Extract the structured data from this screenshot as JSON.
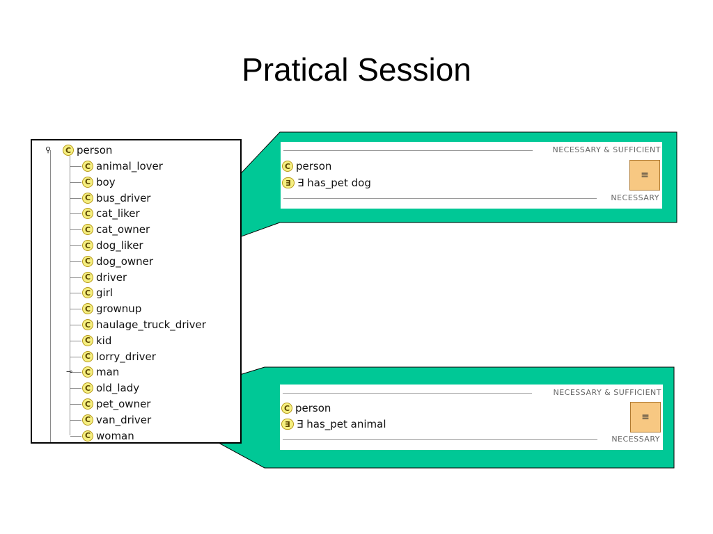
{
  "slide": {
    "title": "Pratical Session"
  },
  "tree": {
    "root": {
      "icon": "C",
      "label": "person"
    },
    "items": [
      {
        "icon": "C",
        "label": "animal_lover"
      },
      {
        "icon": "C",
        "label": "boy"
      },
      {
        "icon": "C",
        "label": "bus_driver"
      },
      {
        "icon": "C",
        "label": "cat_liker"
      },
      {
        "icon": "C",
        "label": "cat_owner"
      },
      {
        "icon": "C",
        "label": "dog_liker"
      },
      {
        "icon": "C",
        "label": "dog_owner"
      },
      {
        "icon": "C",
        "label": "driver"
      },
      {
        "icon": "C",
        "label": "girl"
      },
      {
        "icon": "C",
        "label": "grownup"
      },
      {
        "icon": "C",
        "label": "haulage_truck_driver"
      },
      {
        "icon": "C",
        "label": "kid"
      },
      {
        "icon": "C",
        "label": "lorry_driver"
      },
      {
        "icon": "C",
        "label": "man"
      },
      {
        "icon": "C",
        "label": "old_lady"
      },
      {
        "icon": "C",
        "label": "pet_owner"
      },
      {
        "icon": "C",
        "label": "van_driver"
      },
      {
        "icon": "C",
        "label": "woman"
      }
    ]
  },
  "callouts": [
    {
      "necessary_sufficient_label": "NECESSARY & SUFFICIENT",
      "necessary_label": "NECESSARY",
      "class_icon": "C",
      "class_label": "person",
      "restriction_icon": "∃",
      "restriction_label": "∃ has_pet dog",
      "equiv_symbol": "≡"
    },
    {
      "necessary_sufficient_label": "NECESSARY & SUFFICIENT",
      "necessary_label": "NECESSARY",
      "class_icon": "C",
      "class_label": "person",
      "restriction_icon": "∃",
      "restriction_label": "∃ has_pet animal",
      "equiv_symbol": "≡"
    }
  ],
  "colors": {
    "callout_green": "#00c896",
    "class_icon_fill": "#f5ef80",
    "equiv_badge_fill": "#f7c882"
  }
}
